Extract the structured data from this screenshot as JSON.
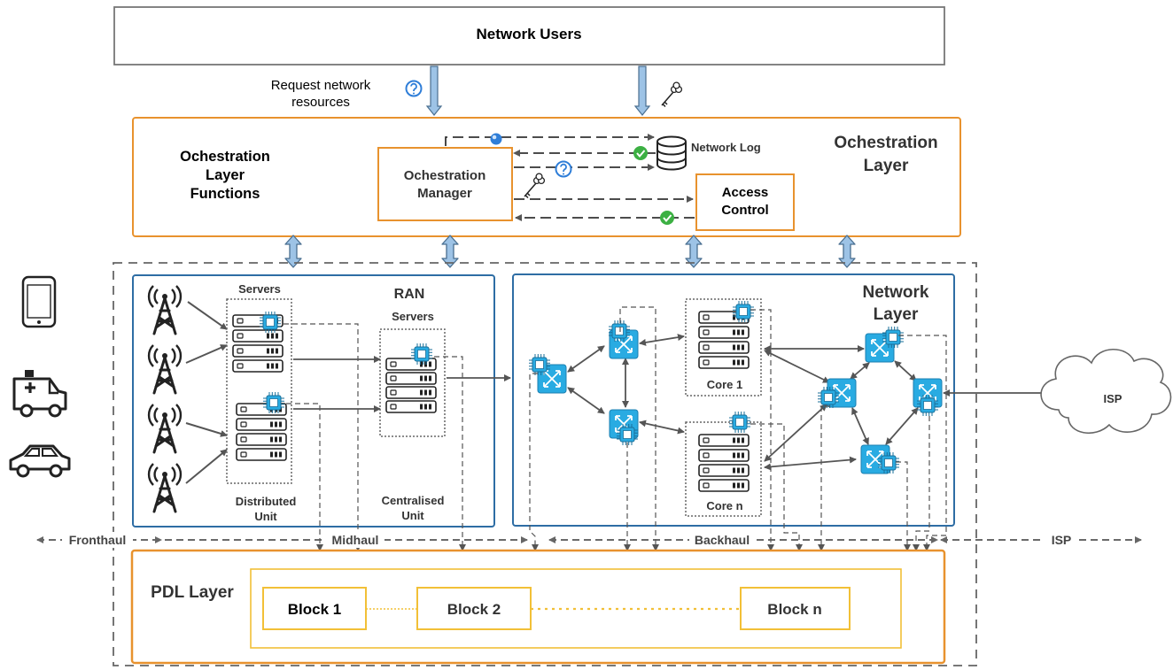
{
  "network_users": {
    "title": "Network Users",
    "request_label_line1": "Request network",
    "request_label_line2": "resources"
  },
  "orchestration": {
    "functions_line1": "Ochestration",
    "functions_line2": "Layer",
    "functions_line3": "Functions",
    "layer_title_line1": "Ochestration",
    "layer_title_line2": "Layer",
    "manager_line1": "Ochestration",
    "manager_line2": "Manager",
    "network_log": "Network Log",
    "access_line1": "Access",
    "access_line2": "Control"
  },
  "ran": {
    "title": "RAN",
    "servers_du": "Servers",
    "servers_cu": "Servers",
    "du_line1": "Distributed",
    "du_line2": "Unit",
    "cu_line1": "Centralised",
    "cu_line2": "Unit"
  },
  "network_layer": {
    "title_line1": "Network",
    "title_line2": "Layer",
    "core1": "Core 1",
    "coren": "Core  n",
    "isp_cloud": "ISP"
  },
  "links": {
    "fronthaul": "Fronthaul",
    "midhaul": "Midhaul",
    "backhaul": "Backhaul",
    "isp": "ISP"
  },
  "pdl": {
    "title": "PDL Layer",
    "block1": "Block 1",
    "block2": "Block 2",
    "blockn": "Block n"
  },
  "colors": {
    "orange": "#E8922E",
    "blue": "#2E6DA4",
    "yellow": "#F2C037",
    "switch": "#29ABE2",
    "arrow_fill": "#9DC3E6",
    "check": "#3CB043",
    "info": "#2F7ED8"
  }
}
